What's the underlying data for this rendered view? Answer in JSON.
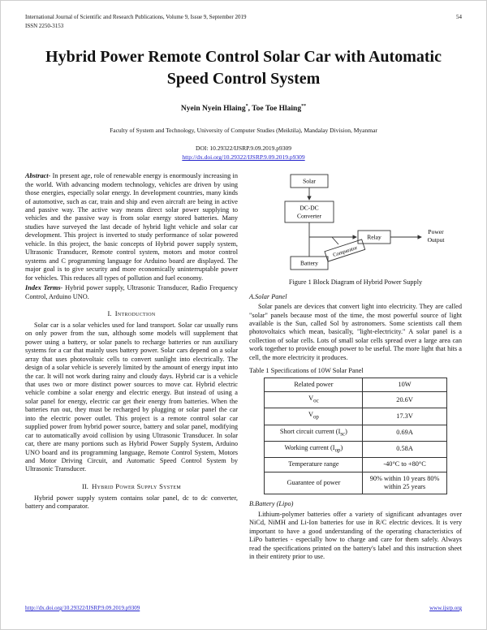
{
  "colors": {
    "link_blue": "#2222cc"
  },
  "header": {
    "journal": "International Journal of Scientific and Research Publications, Volume 9, Issue 9, September 2019",
    "issn": "ISSN 2250-3153",
    "page_number": "54"
  },
  "title": "Hybrid Power Remote Control Solar Car with Automatic Speed Control System",
  "authors": {
    "name1": "Nyein Nyein Hlaing",
    "sup1": "*",
    "separator": ", ",
    "name2": "Toe Toe Hlaing",
    "sup2": "**"
  },
  "affiliation": "Faculty of System and Technology, University of Computer Studies (Meiktila), Mandalay Division, Myanmar",
  "doi": {
    "text": "DOI: 10.29322/IJSRP.9.09.2019.p9309",
    "link": "http://dx.doi.org/10.29322/IJSRP.9.09.2019.p9309"
  },
  "left_column": {
    "abstract_label": "Abstract-",
    "abstract_text": "In present age, role of renewable energy is enormously increasing in the world. With advancing modern technology, vehicles are driven by using those energies, especially solar energy. In development countries, many kinds of automotive, such as car, train and ship and even aircraft are being in active and passive way. The active way means direct solar power supplying to vehicles and the passive way is from solar energy stored batteries. Many studies have surveyed the last decade of hybrid light vehicle and solar car development. This project is inverted to study performance of solar powered vehicle. In this project, the basic concepts of Hybrid power supply system, Ultrasonic Transducer, Remote control system, motors and motor control systems and C programming language for Arduino board are displayed. The major goal is to give security and more economically uninterruptable power for vehicles. This reduces all types of pollution and fuel economy.",
    "index_terms_label": "Index Terms-",
    "index_terms_text": "Hybrid power supply, Ultrasonic Transducer, Radio Frequency Control, Arduino UNO.",
    "section1_number": "I.",
    "section1_title": "Introduction",
    "section1_text": "Solar car is a solar vehicles used for land transport. Solar car usually runs on only power from the sun, although some models will supplement that power using a battery, or solar panels to recharge batteries or run auxiliary systems for a car that mainly uses battery power. Solar cars depend on a solar array that uses photovoltaic cells to convert sunlight into electrically. The design of a solar vehicle is severely limited by the amount of energy input into the car. It will not work during rainy and cloudy days. Hybrid car is a vehicle that uses two or more distinct power sources to move car. Hybrid electric vehicle combine a solar energy and electric energy. But instead of using a solar panel for energy, electric car get their energy from batteries. When the batteries run out, they must be recharged by plugging or solar panel the car into the electric power outlet. This project is a remote control solar car supplied power from hybrid power source, battery and solar panel, modifying car to automatically avoid collision by using Ultrasonic Transducer. In solar car, there are many portions such as Hybrid Power Supply System, Arduino UNO board and its programming language, Remote Control System, Motors and Motor Driving Circuit, and Automatic Speed Control System by Ultrasonic Transducer.",
    "section2_number": "II.",
    "section2_title": "Hybrid Power Supply System",
    "section2_text": "Hybrid power supply system contains solar panel, dc to dc converter, battery and comparator."
  },
  "right_column": {
    "figure": {
      "caption": "Figure 1 Block Diagram of Hybrid Power Supply",
      "solar": "Solar",
      "converter_line1": "DC-DC",
      "converter_line2": "Converter",
      "relay": "Relay",
      "comparator": "Comparator",
      "battery": "Battery",
      "output_line1": "Power",
      "output_line2": "Output"
    },
    "sectionA_title": "A.Solar Panel",
    "sectionA_text": "Solar panels are devices that convert light into electricity. They are called \"solar\" panels because most of the time, the most powerful source of light available is the Sun, called Sol by astronomers. Some scientists call them photovoltaics which mean, basically, \"light-electricity.\" A solar panel is a collection of solar cells. Lots of small solar cells spread over a large area can work together to provide enough power to be useful. The more light that hits a cell, the more electricity it produces.",
    "table_caption": "Table 1 Specifications of 10W Solar Panel",
    "sectionB_title": "B.Battery (Lipo)",
    "sectionB_text": "Lithium-polymer batteries offer a variety of significant advantages over NiCd, NiMH and Li-Ion batteries for use in R/C electric devices. It is very important to have a good understanding of the operating characteristics of LiPo batteries - especially how to charge and care for them safely. Always read the specifications printed on the battery's label and this instruction sheet in their entirety prior to use."
  },
  "table": {
    "rows": [
      {
        "pre": "Related power",
        "sub": "",
        "post": "",
        "value": "10W"
      },
      {
        "pre": "V",
        "sub": "oc",
        "post": "",
        "value": "20.6V"
      },
      {
        "pre": "V",
        "sub": "op",
        "post": "",
        "value": "17.3V"
      },
      {
        "pre": "Short circuit current (I",
        "sub": "sc",
        "post": ")",
        "value": "0.69A"
      },
      {
        "pre": "Working current (I",
        "sub": "op",
        "post": ")",
        "value": "0.58A"
      },
      {
        "pre": "Temperature range",
        "sub": "",
        "post": "",
        "value": "-40°C to +80°C"
      },
      {
        "pre": "Guarantee of power",
        "sub": "",
        "post": "",
        "value": "90% within 10 years 80% within 25 years"
      }
    ]
  },
  "footer": {
    "left_link": "http://dx.doi.org/10.29322/IJSRP.9.09.2019.p9309",
    "right_link": "www.ijsrp.org"
  }
}
